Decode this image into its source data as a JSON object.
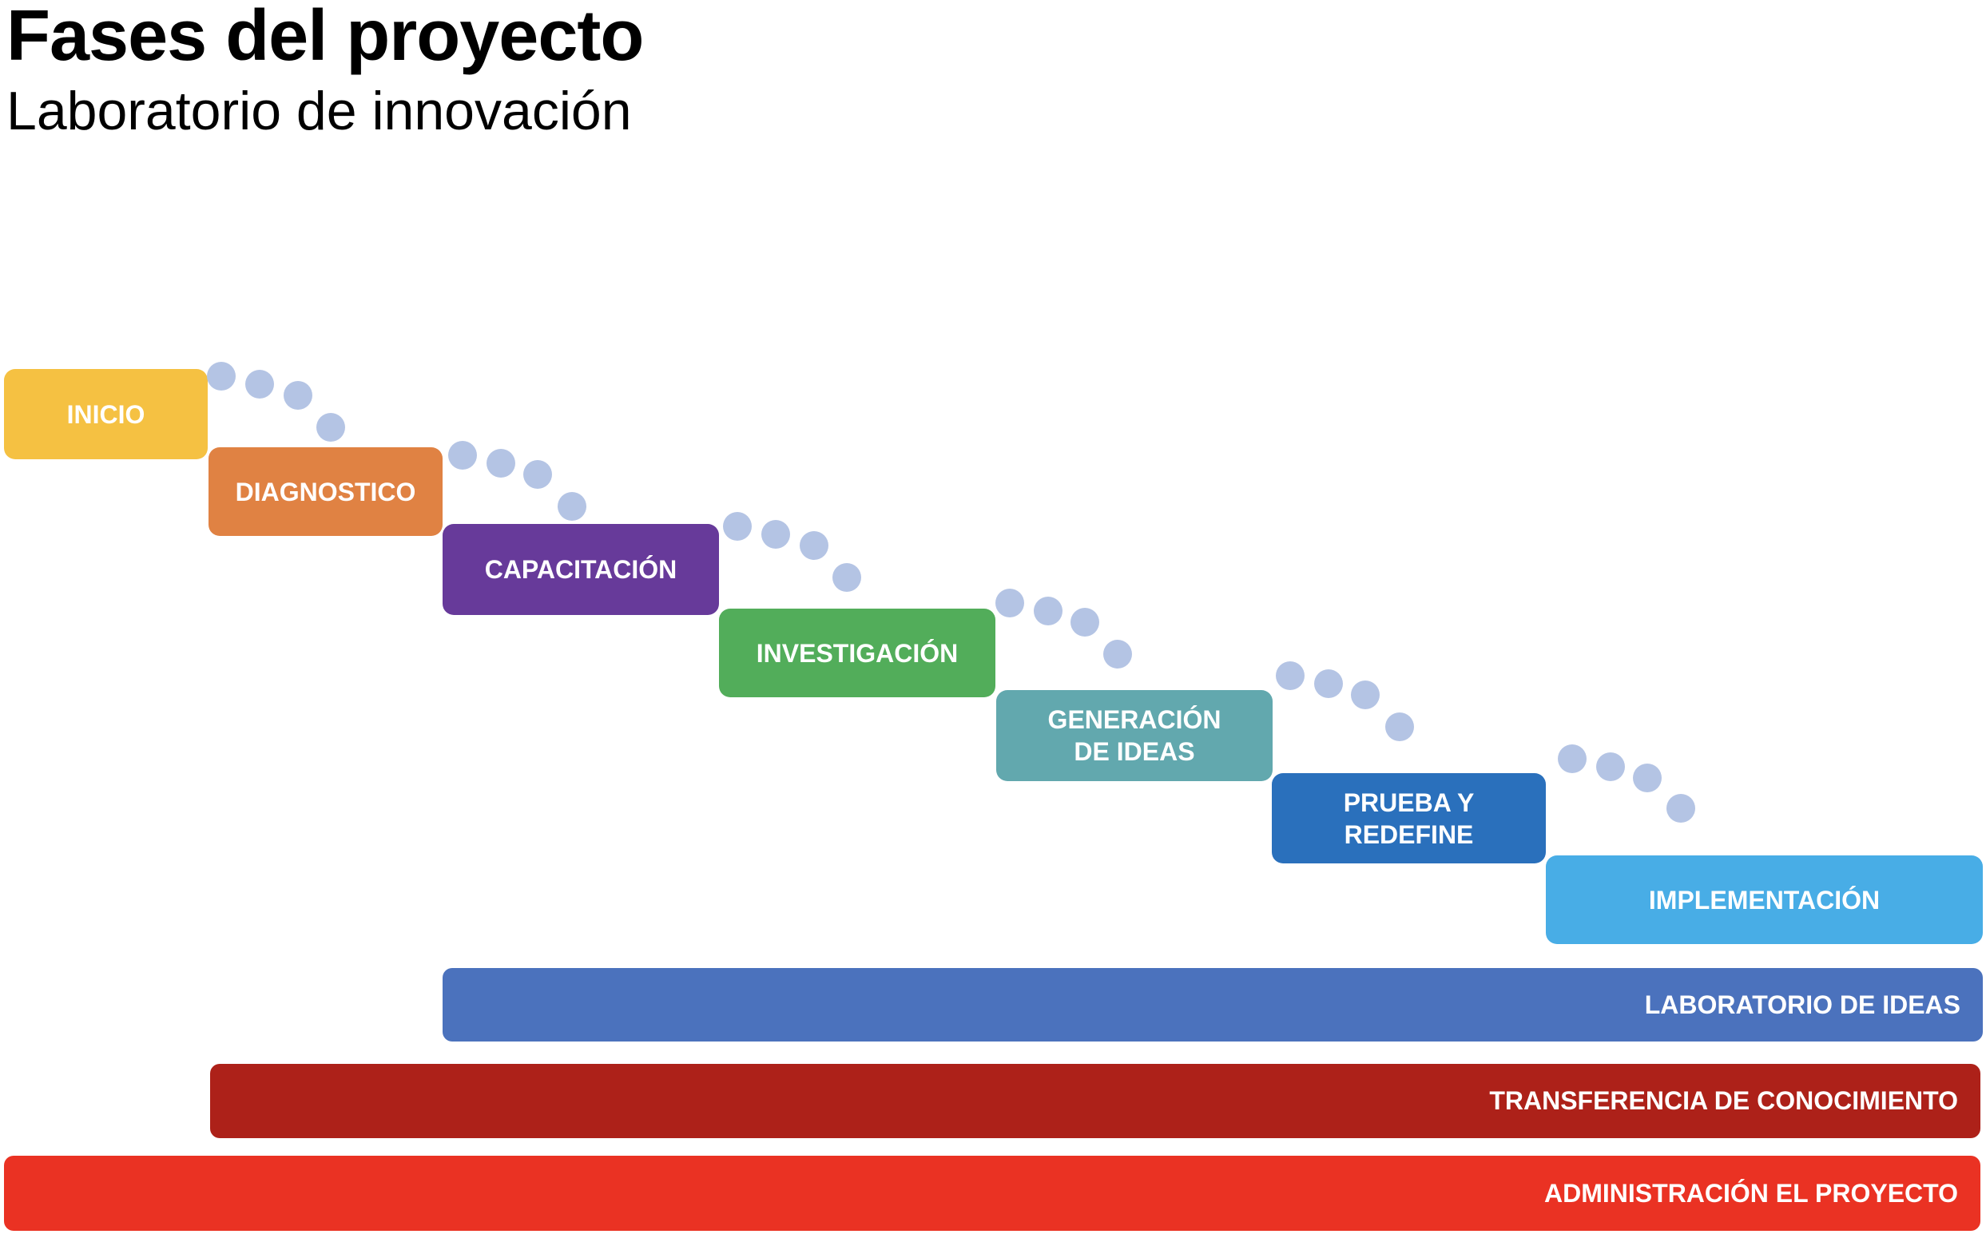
{
  "header": {
    "title": "Fases del proyecto",
    "subtitle": "Laboratorio de innovación"
  },
  "phases": [
    {
      "label": "INICIO",
      "color": "#f5c142"
    },
    {
      "label": "DIAGNOSTICO",
      "color": "#e08243"
    },
    {
      "label": "CAPACITACIÓN",
      "color": "#673a9a"
    },
    {
      "label": "INVESTIGACIÓN",
      "color": "#52ad5a"
    },
    {
      "label": "GENERACIÓN\nDE IDEAS",
      "color": "#62a8ae"
    },
    {
      "label": "PRUEBA Y\nREDEFINE",
      "color": "#2a70bc"
    },
    {
      "label": "IMPLEMENTACIÓN",
      "color": "#48ade6"
    }
  ],
  "bars": [
    {
      "label": "LABORATORIO DE IDEAS",
      "color": "#4b72bd"
    },
    {
      "label": "TRANSFERENCIA DE CONOCIMIENTO",
      "color": "#ad2119"
    },
    {
      "label": "ADMINISTRACIÓN EL PROYECTO",
      "color": "#ea3223"
    }
  ],
  "connector_color": "#b4c4e4"
}
